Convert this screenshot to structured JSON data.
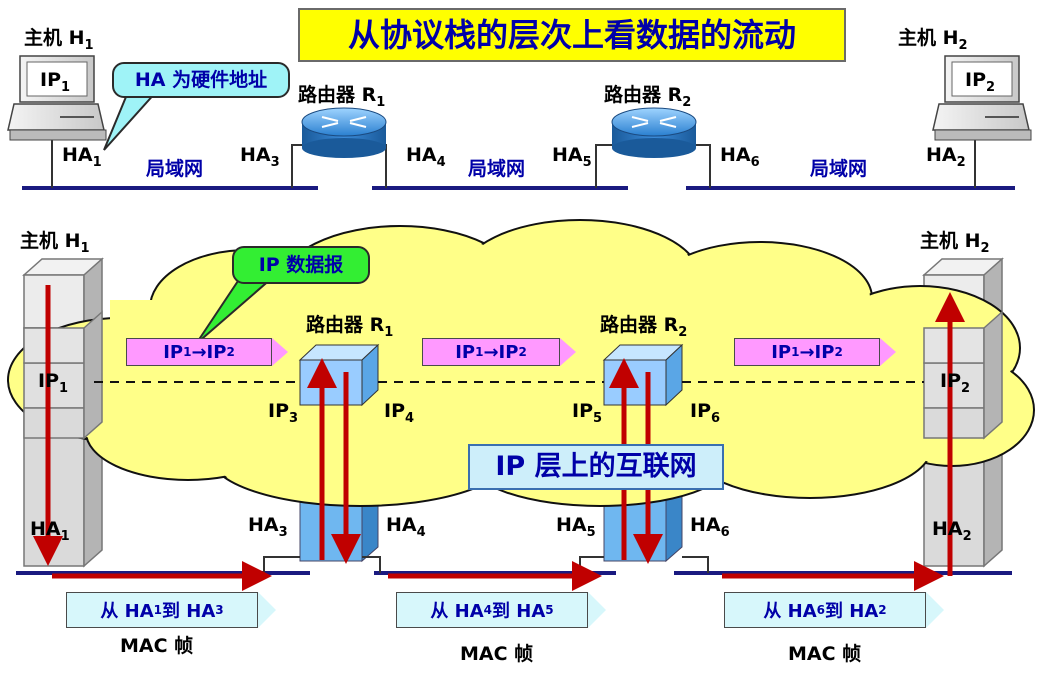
{
  "title": "从协议栈的层次上看数据的流动",
  "top": {
    "host_h1": {
      "text": "主机 H",
      "sub": "1"
    },
    "host_h2": {
      "text": "主机 H",
      "sub": "2"
    },
    "pc_h1_ip": {
      "text": "IP",
      "sub": "1"
    },
    "pc_h2_ip": {
      "text": "IP",
      "sub": "2"
    },
    "callout_ha": "HA 为硬件地址",
    "router_r1": {
      "text": "路由器 R",
      "sub": "1"
    },
    "router_r2": {
      "text": "路由器 R",
      "sub": "2"
    },
    "ha1": {
      "text": "HA",
      "sub": "1"
    },
    "ha2": {
      "text": "HA",
      "sub": "2"
    },
    "ha3": {
      "text": "HA",
      "sub": "3"
    },
    "ha4": {
      "text": "HA",
      "sub": "4"
    },
    "ha5": {
      "text": "HA",
      "sub": "5"
    },
    "ha6": {
      "text": "HA",
      "sub": "6"
    },
    "lan1": "局域网",
    "lan2": "局域网",
    "lan3": "局域网"
  },
  "bottom": {
    "host_h1": {
      "text": "主机 H",
      "sub": "1"
    },
    "host_h2": {
      "text": "主机 H",
      "sub": "2"
    },
    "callout_ip_datagram": "IP 数据报",
    "router_r1": {
      "text": "路由器 R",
      "sub": "1"
    },
    "router_r2": {
      "text": "路由器 R",
      "sub": "2"
    },
    "packet_1": {
      "a": "IP",
      "a_sub": "1",
      "arrow": " → ",
      "b": "IP",
      "b_sub": "2"
    },
    "packet_2": {
      "a": "IP",
      "a_sub": "1",
      "arrow": " → ",
      "b": "IP",
      "b_sub": "2"
    },
    "packet_3": {
      "a": "IP",
      "a_sub": "1",
      "arrow": " → ",
      "b": "IP",
      "b_sub": "2"
    },
    "ip1": {
      "text": "IP",
      "sub": "1"
    },
    "ip2": {
      "text": "IP",
      "sub": "2"
    },
    "ip3": {
      "text": "IP",
      "sub": "3"
    },
    "ip4": {
      "text": "IP",
      "sub": "4"
    },
    "ip5": {
      "text": "IP",
      "sub": "5"
    },
    "ip6": {
      "text": "IP",
      "sub": "6"
    },
    "ip_layer_internet": "IP 层上的互联网",
    "ha1": {
      "text": "HA",
      "sub": "1"
    },
    "ha2": {
      "text": "HA",
      "sub": "2"
    },
    "ha3": {
      "text": "HA",
      "sub": "3"
    },
    "ha4": {
      "text": "HA",
      "sub": "4"
    },
    "ha5": {
      "text": "HA",
      "sub": "5"
    },
    "ha6": {
      "text": "HA",
      "sub": "6"
    },
    "frame_1": {
      "pre": "从 HA",
      "s1": "1",
      "mid": " 到 HA",
      "s2": "3"
    },
    "frame_2": {
      "pre": "从 HA",
      "s1": "4",
      "mid": " 到 HA",
      "s2": "5"
    },
    "frame_3": {
      "pre": "从 HA",
      "s1": "6",
      "mid": " 到 HA",
      "s2": "2"
    },
    "mac_frame_1": "MAC 帧",
    "mac_frame_2": "MAC 帧",
    "mac_frame_3": "MAC 帧"
  },
  "colors": {
    "text_blue": "#0000a8",
    "title_bg": "#ffff00",
    "cloud": "#ffff88",
    "flow_arrow": "#c00000",
    "network_line": "#1a1a80",
    "router_box": "#99ccff",
    "callout_cyan": "#9ff3f7",
    "callout_green": "#33ee33",
    "packet_pink": "#ff99ff"
  }
}
